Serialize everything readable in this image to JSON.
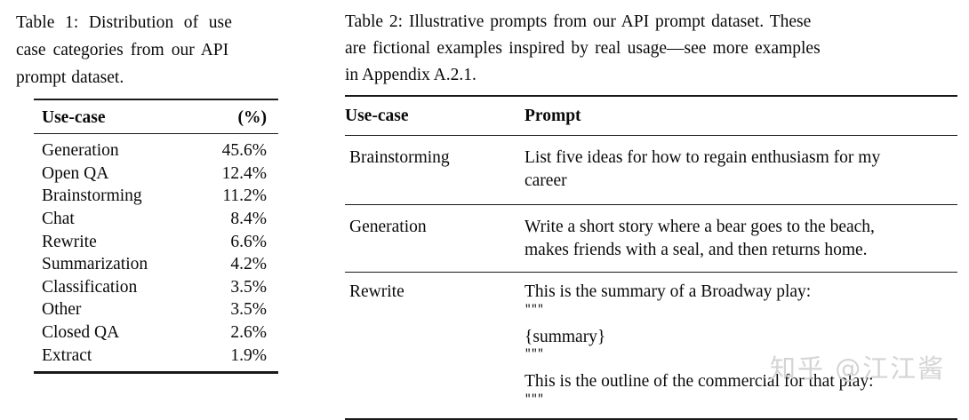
{
  "document": {
    "kind": "academic-paper-tables",
    "watermark": "知乎 @江江酱"
  },
  "table1": {
    "caption_line1": "Table 1: Distribution of use",
    "caption_line2": "case categories from our API",
    "caption_line3": "prompt dataset.",
    "caption_full": "Table 1: Distribution of use case categories from our API prompt dataset.",
    "columns": [
      "Use-case",
      "(%)"
    ],
    "rows": [
      {
        "use_case": "Generation",
        "percent": "45.6%"
      },
      {
        "use_case": "Open QA",
        "percent": "12.4%"
      },
      {
        "use_case": "Brainstorming",
        "percent": "11.2%"
      },
      {
        "use_case": "Chat",
        "percent": "8.4%"
      },
      {
        "use_case": "Rewrite",
        "percent": "6.6%"
      },
      {
        "use_case": "Summarization",
        "percent": "4.2%"
      },
      {
        "use_case": "Classification",
        "percent": "3.5%"
      },
      {
        "use_case": "Other",
        "percent": "3.5%"
      },
      {
        "use_case": "Closed QA",
        "percent": "2.6%"
      },
      {
        "use_case": "Extract",
        "percent": "1.9%"
      }
    ]
  },
  "table2": {
    "caption_line1": "Table 2: Illustrative prompts from our API prompt dataset. These",
    "caption_line2": "are fictional examples inspired by real usage—see more examples",
    "caption_line3": "in Appendix A.2.1.",
    "caption_full": "Table 2: Illustrative prompts from our API prompt dataset. These are fictional examples inspired by real usage—see more examples in Appendix A.2.1.",
    "columns": [
      "Use-case",
      "Prompt"
    ],
    "rows": [
      {
        "use_case": "Brainstorming",
        "prompt_line1": "List five ideas for how to regain enthusiasm for my",
        "prompt_line2": "career"
      },
      {
        "use_case": "Generation",
        "prompt_line1": "Write a short story where a bear goes to the beach,",
        "prompt_line2": "makes friends with a seal, and then returns home."
      },
      {
        "use_case": "Rewrite",
        "prompt_line1": "This is the summary of a Broadway play:",
        "quote_open": "\"\"\"",
        "placeholder": "{summary}",
        "quote_close": "\"\"\"",
        "prompt_line2": "This is the outline of the commercial for that play:",
        "quote_final": "\"\"\""
      }
    ]
  }
}
